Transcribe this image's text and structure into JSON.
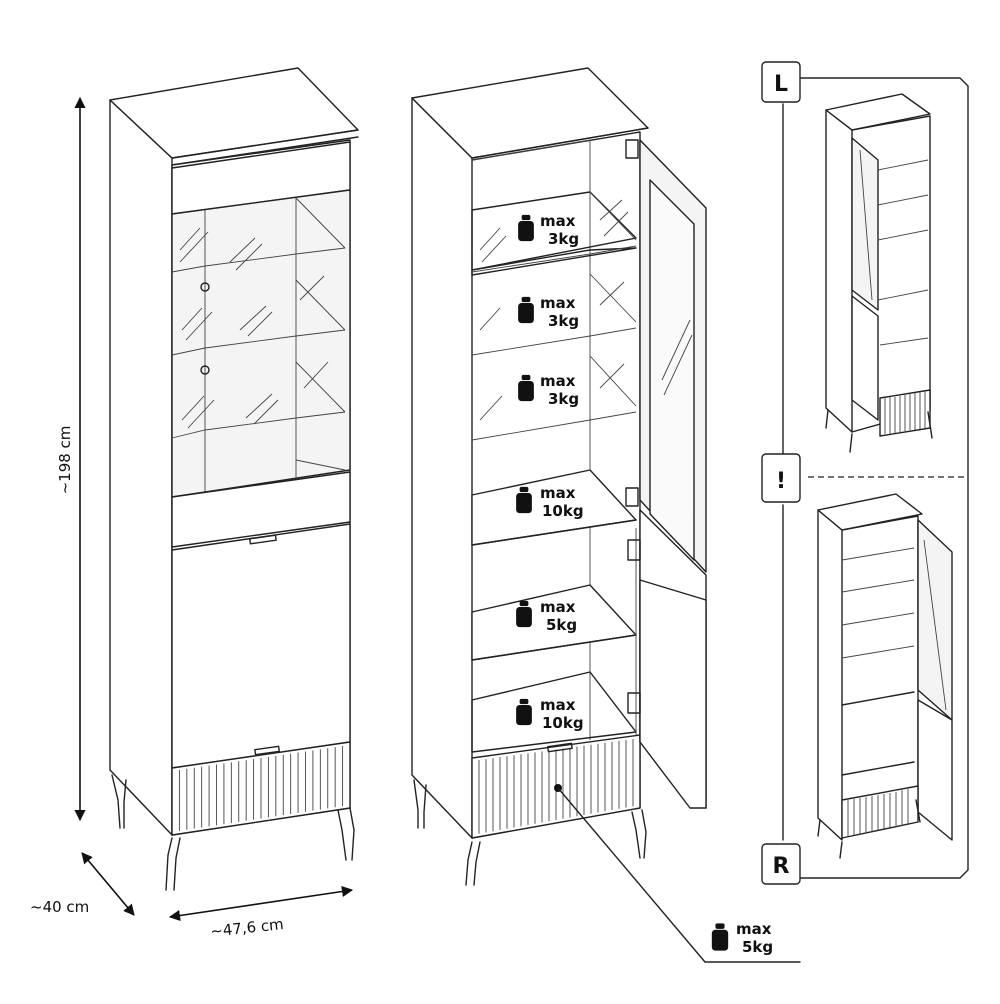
{
  "dimensions": {
    "height": "~198 cm",
    "depth": "~40 cm",
    "width": "~47,6 cm"
  },
  "load_labels": [
    {
      "line1": "max",
      "line2": "3kg"
    },
    {
      "line1": "max",
      "line2": "3kg"
    },
    {
      "line1": "max",
      "line2": "3kg"
    },
    {
      "line1": "max",
      "line2": "10kg"
    },
    {
      "line1": "max",
      "line2": "5kg"
    },
    {
      "line1": "max",
      "line2": "10kg"
    },
    {
      "line1": "max",
      "line2": "5kg"
    }
  ],
  "orientation": {
    "left": "L",
    "warning": "!",
    "right": "R"
  },
  "icons": [
    "weight-icon",
    "warning-icon"
  ]
}
